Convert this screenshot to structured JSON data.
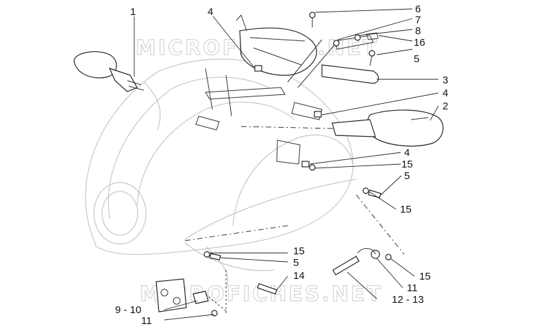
{
  "watermarks": [
    "MICROFICHES.NET",
    "MICROFICHES.NET"
  ],
  "callouts": [
    "1",
    "4",
    "6",
    "7",
    "8",
    "16",
    "5",
    "3",
    "4",
    "2",
    "4",
    "15",
    "5",
    "15",
    "15",
    "5",
    "14",
    "15",
    "11",
    "12 - 13",
    "9 - 10",
    "11"
  ]
}
